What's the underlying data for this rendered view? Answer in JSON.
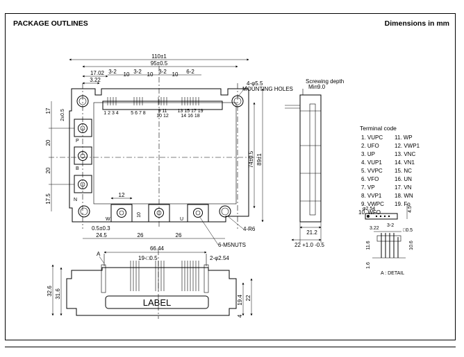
{
  "header": {
    "title": "PACKAGE OUTLINES",
    "units": "Dimensions in mm"
  },
  "top_view": {
    "dims": {
      "d110": "110±1",
      "d95": "95±0.5",
      "d1702": "17.02",
      "d32a": "3-2",
      "d32b": "3-2",
      "d32c": "3-2",
      "d62": "6-2",
      "d10a": "10",
      "d10b": "10",
      "d10c": "10",
      "d322": "3.22",
      "d17": "17",
      "d2": "2±0.5",
      "d20a": "20",
      "d20b": "20",
      "d175": "17.5",
      "d12": "12",
      "d10v": "10",
      "d05": "0.5±0.3",
      "d245": "24.5",
      "d26a": "26",
      "d26b": "26",
      "d74": "74±0.5",
      "d89": "89±1"
    },
    "notes": {
      "hole_dia": "4-φ5.5",
      "mounting": "MOUNTING HOLES",
      "r6": "4-R6",
      "nuts": "6-M5NUTS"
    },
    "pin_numbers": {
      "g1": "1 2 3 4",
      "g2": "5 6 7 8",
      "g3a": "9  11",
      "g3b": "10  12",
      "g4a": "13 15 17 19",
      "g4b": "14 16 18"
    },
    "terminal_letters": {
      "p": "P",
      "n": "N",
      "b": "B",
      "w": "W",
      "u": "U"
    },
    "terminal_code": {
      "title": "Terminal code",
      "left": [
        "1.  VUPC",
        "2.  UFO",
        "3.  UP",
        "4.  VUP1",
        "5.  VVPC",
        "6.  VFO",
        "7.  VP",
        "8.  VVP1",
        "9.  VWPC",
        "10. WFO"
      ],
      "right": [
        "11.  WP",
        "12.  VWP1",
        "13.  VNC",
        "14.  VN1",
        "15.  NC",
        "16.  UN",
        "17.  VN",
        "18.  WN",
        "19.  Fo"
      ]
    }
  },
  "side_view": {
    "screw_note": "Screwing depth",
    "screw_value": "Min9.0",
    "d212": "21.2",
    "d22": "22 +1.0 -0.5"
  },
  "front_view": {
    "label": "LABEL",
    "a_marker": "A",
    "d6644": "66.44",
    "d19sq": "19-□0.5",
    "d2phi": "2-φ2.54",
    "d326": "32.6",
    "d316": "31.6",
    "d194": "19.4",
    "d22": "22",
    "d4": "4"
  },
  "detail": {
    "phi": "φ2.54",
    "d45": "4.5",
    "d322": "3.22",
    "d32": "3-2",
    "sq05": "□0.5",
    "d116": "11.6",
    "d106": "10.6",
    "d16": "1.6",
    "caption": "A : DETAIL"
  }
}
